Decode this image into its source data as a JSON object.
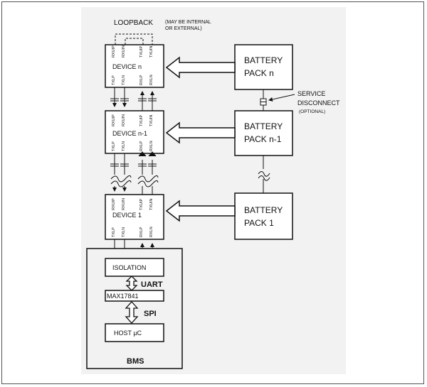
{
  "labels": {
    "loopback": "LOOPBACK",
    "note_line1": "(MAY BE INTERNAL",
    "note_line2": "OR EXTERNAL)",
    "service_line1": "SERVICE",
    "service_line2": "DISCONNECT",
    "service_line3": "(OPTIONAL)",
    "uart": "UART",
    "spi": "SPI"
  },
  "devices": [
    {
      "name": "DEVICE n",
      "top_pins": [
        "RXUIP",
        "RXUIN",
        "TXUIP",
        "TXUIN"
      ],
      "bottom_pins": [
        "TXLP",
        "TXLN",
        "RXLP",
        "RXLN"
      ]
    },
    {
      "name": "DEVICE n-1",
      "top_pins": [
        "RXUIP",
        "RXUIN",
        "TXUIP",
        "TXUIN"
      ],
      "bottom_pins": [
        "TXLP",
        "TXLN",
        "RXLP",
        "RXLN"
      ]
    },
    {
      "name": "DEVICE 1",
      "top_pins": [
        "RXUIP",
        "RXUIN",
        "TXUIP",
        "TXUIN"
      ],
      "bottom_pins": [
        "TXLP",
        "TXLN",
        "RXLP",
        "RXLN"
      ]
    }
  ],
  "battery_packs": [
    {
      "line1": "BATTERY",
      "line2": "PACK n"
    },
    {
      "line1": "BATTERY",
      "line2": "PACK n-1"
    },
    {
      "line1": "BATTERY",
      "line2": "PACK 1"
    }
  ],
  "bms": {
    "label": "BMS",
    "isolation": "ISOLATION",
    "max": "MAX17841",
    "host": "HOST µC"
  }
}
